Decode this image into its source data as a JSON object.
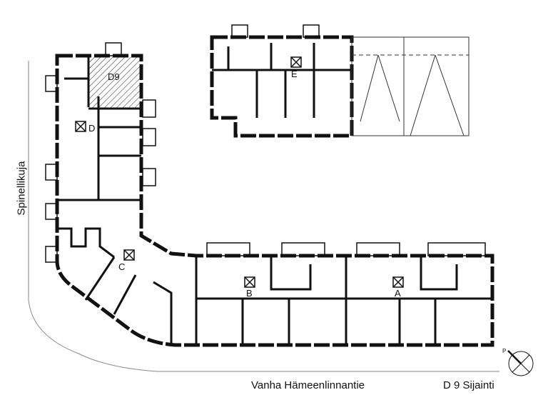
{
  "streets": {
    "west": "Spinellikuja",
    "south": "Vanha Hämeenlinnantie"
  },
  "caption": "D 9 Sijainti",
  "apartment_highlight": "D9",
  "stair_labels": [
    "D",
    "E",
    "C",
    "B",
    "A"
  ],
  "compass": {
    "letter": "P"
  },
  "colors": {
    "wall": "#111111",
    "background": "#ffffff"
  }
}
